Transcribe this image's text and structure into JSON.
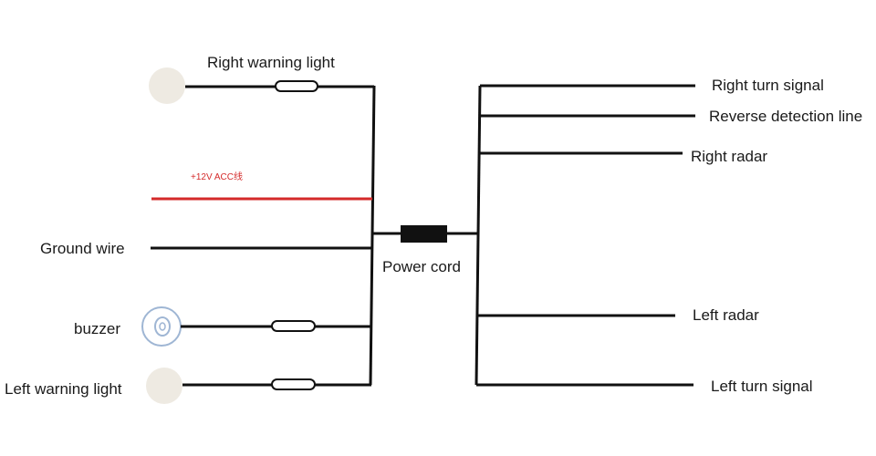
{
  "colors": {
    "wire": "#111111",
    "acc_wire": "#d42a2a",
    "lamp_fill": "#eeeae2",
    "buzzer_ring": "#9fb6d4"
  },
  "icons": {
    "warning_lamp": "round-lamp-icon",
    "buzzer": "buzzer-icon",
    "fuse": "inline-fuse-icon",
    "connector": "connector-block-icon"
  },
  "left_side": {
    "right_warning_light": "Right warning light",
    "acc_wire": "+12V ACC线",
    "ground_wire": "Ground wire",
    "buzzer": "buzzer",
    "left_warning_light": "Left warning light"
  },
  "center": {
    "power_cord": "Power cord"
  },
  "right_side": {
    "right_turn_signal": "Right turn signal",
    "reverse_detection_line": "Reverse detection line",
    "right_radar": "Right radar",
    "left_radar": "Left radar",
    "left_turn_signal": "Left turn signal"
  }
}
